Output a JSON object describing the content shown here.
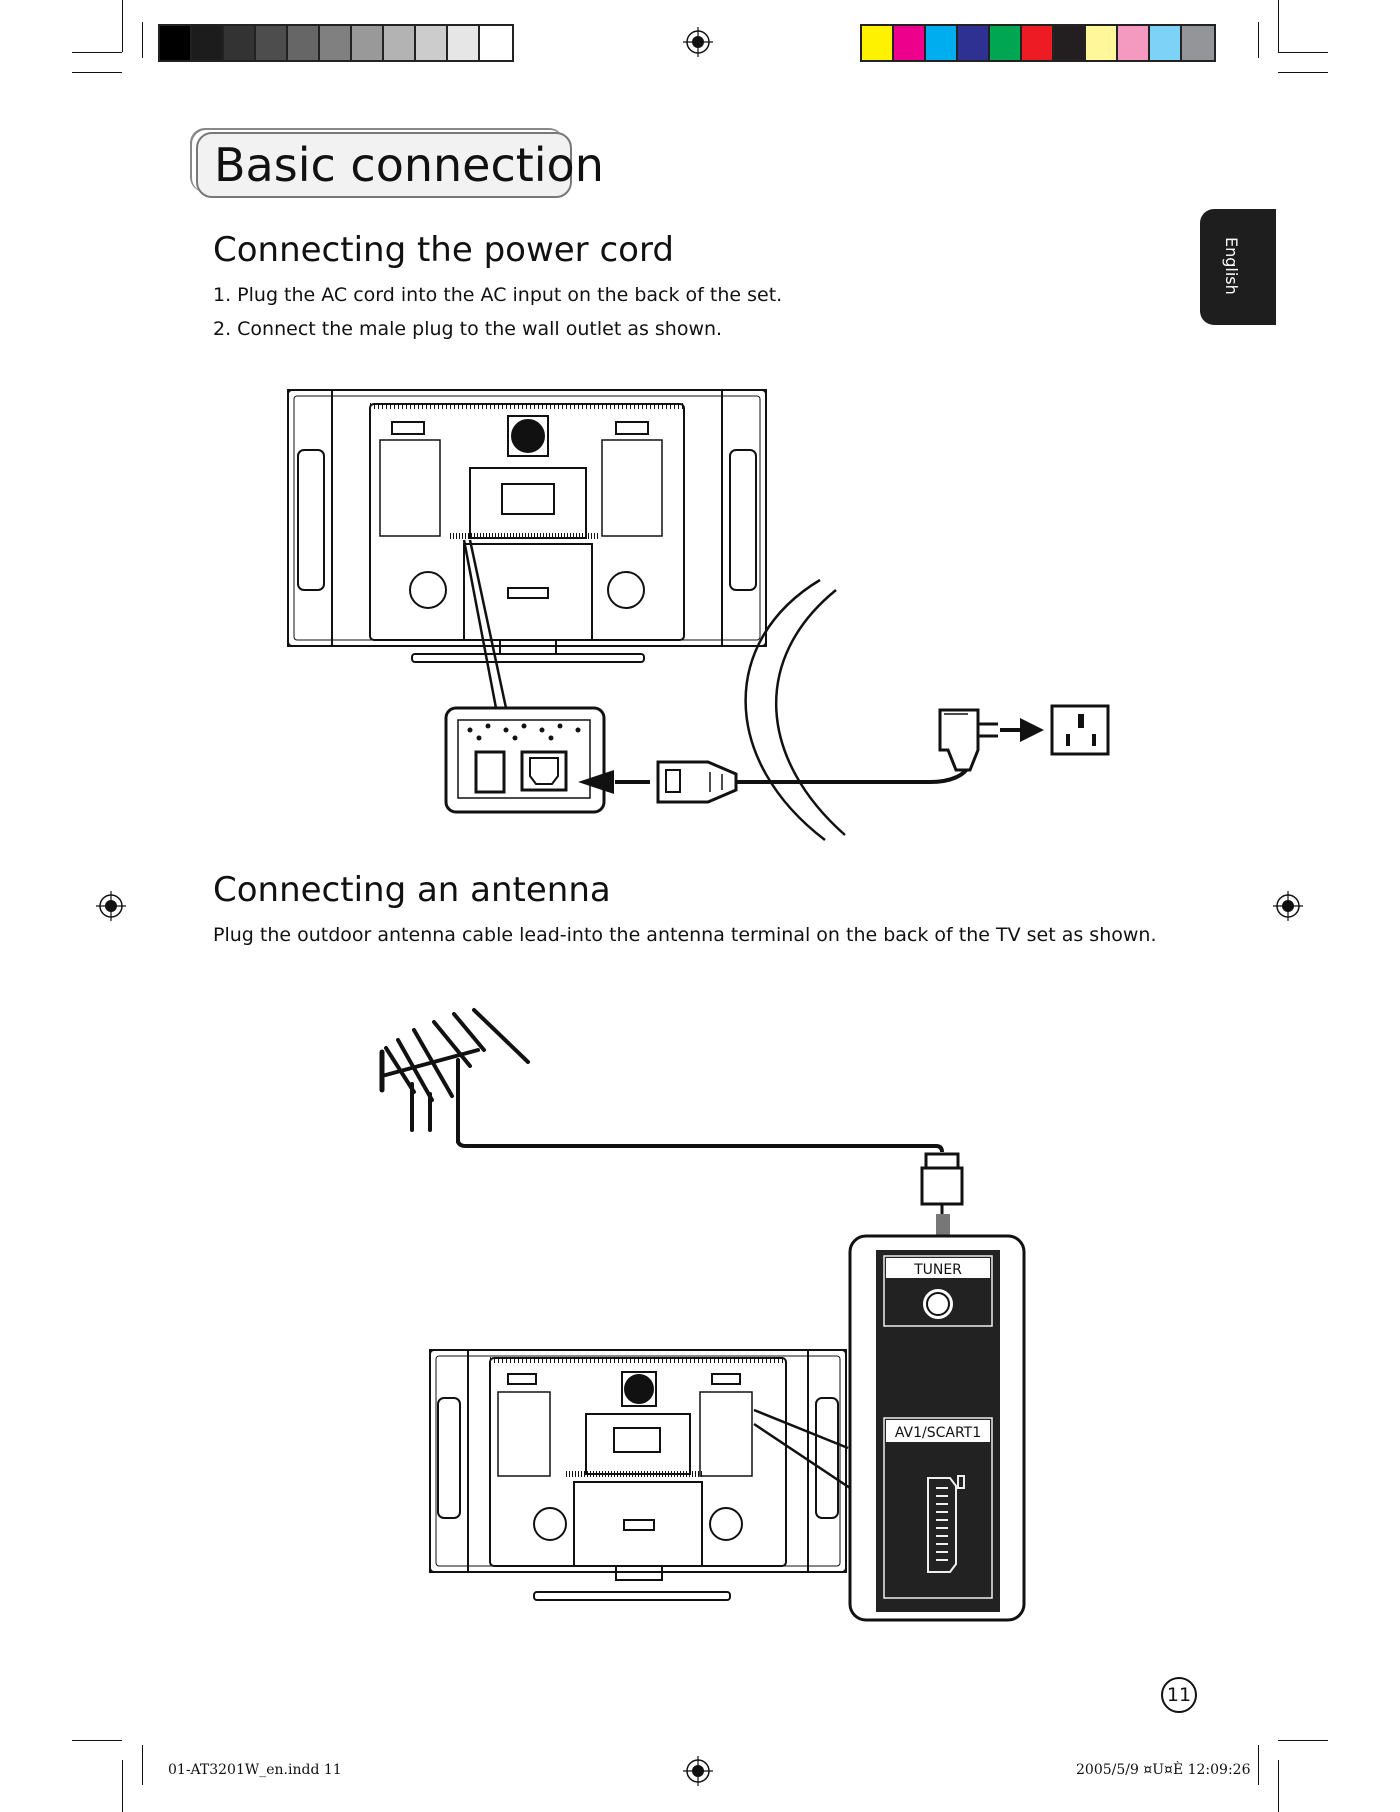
{
  "page": {
    "title": "Basic connection",
    "language_tab": "English",
    "page_number": "11"
  },
  "power_section": {
    "heading": "Connecting the power cord",
    "steps": [
      "1.  Plug the AC cord into the AC input on the back of the set.",
      "2.  Connect the male plug to the wall outlet as shown."
    ]
  },
  "antenna_section": {
    "heading": "Connecting an antenna",
    "instruction": "Plug the outdoor antenna cable lead-into the antenna terminal on the back of the TV set as shown.",
    "panel_labels": {
      "tuner": "TUNER",
      "av1": "AV1/SCART1"
    }
  },
  "print_slug": {
    "filename": "01-AT3201W_en.indd   11",
    "datestamp": "2005/5/9   ¤U¤È 12:09:26"
  },
  "colors": {
    "gray_swatches": [
      "#000000",
      "#1c1c1c",
      "#333333",
      "#4d4d4d",
      "#666666",
      "#808080",
      "#999999",
      "#b3b3b3",
      "#cccccc",
      "#e6e6e6",
      "#ffffff"
    ],
    "color_swatches": [
      "#fff200",
      "#ec008c",
      "#00aeef",
      "#2e3192",
      "#00a651",
      "#ed1c24",
      "#231f20",
      "#fff799",
      "#f49ac1",
      "#7dd3f7",
      "#939598"
    ]
  }
}
